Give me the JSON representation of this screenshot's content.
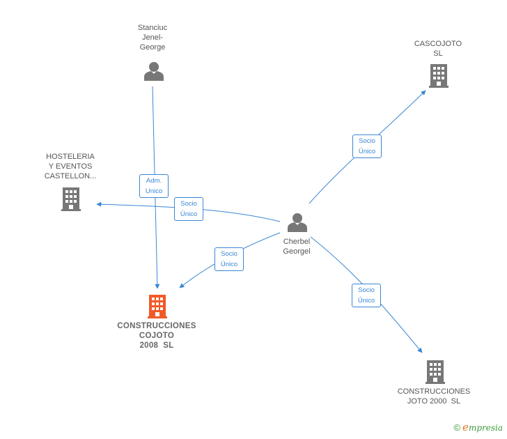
{
  "colors": {
    "edge": "#3a86d4",
    "node_grey": "#777777",
    "focus_node": "#f05a28"
  },
  "nodes": {
    "stanciuc": {
      "lines": [
        "Stanciuc",
        "Jenel-",
        "George"
      ],
      "icon": "person-icon"
    },
    "cascojoto": {
      "lines": [
        "CASCOJOTO",
        "SL"
      ],
      "icon": "building-icon"
    },
    "hosteleria": {
      "lines": [
        "HOSTELERIA",
        "Y EVENTOS",
        "CASTELLON..."
      ],
      "icon": "building-icon"
    },
    "cherbel": {
      "lines": [
        "Cherbel",
        "Georgel"
      ],
      "icon": "person-icon"
    },
    "construcciones_cojoto": {
      "lines": [
        "CONSTRUCCIONES",
        "COJOTO",
        "2008  SL"
      ],
      "icon": "building-icon"
    },
    "construcciones_joto": {
      "lines": [
        "CONSTRUCCIONES",
        "JOTO 2000  SL"
      ],
      "icon": "building-icon"
    }
  },
  "edges": [
    {
      "from": "stanciuc",
      "to": "construcciones_cojoto",
      "label": [
        "Adm.",
        "Unico"
      ]
    },
    {
      "from": "cherbel",
      "to": "hosteleria",
      "label": [
        "Socio",
        "Único"
      ]
    },
    {
      "from": "cherbel",
      "to": "construcciones_cojoto",
      "label": [
        "Socio",
        "Único"
      ]
    },
    {
      "from": "cherbel",
      "to": "cascojoto",
      "label": [
        "Socio",
        "Único"
      ]
    },
    {
      "from": "cherbel",
      "to": "construcciones_joto",
      "label": [
        "Socio",
        "Único"
      ]
    }
  ],
  "footer": {
    "copyright": "©",
    "brand_initial": "e",
    "brand_rest": "mpresia"
  }
}
